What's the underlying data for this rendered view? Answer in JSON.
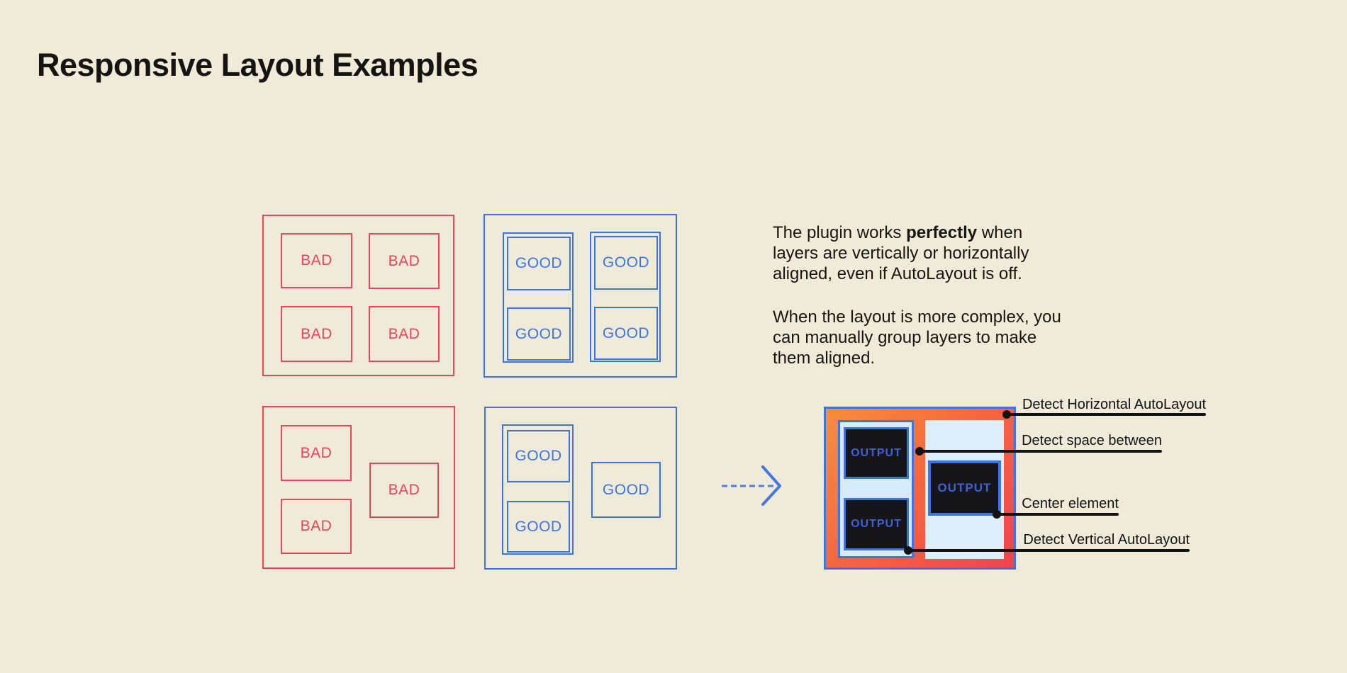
{
  "page": {
    "title": "Responsive Layout Examples"
  },
  "labels": {
    "bad": "BAD",
    "good": "GOOD",
    "output": "OUTPUT"
  },
  "description": {
    "p1_line1_pre": "The plugin works ",
    "p1_line1_bold": "perfectly",
    "p1_line1_post": " when",
    "p1_line2": "layers are vertically or horizontally",
    "p1_line3": "aligned, even if AutoLayout is off.",
    "p2_line1": "When the layout is more complex, you",
    "p2_line2": "can manually group layers to make",
    "p2_line3": "them aligned."
  },
  "annotations": [
    {
      "label": "Detect Horizontal AutoLayout"
    },
    {
      "label": "Detect space between"
    },
    {
      "label": "Center element"
    },
    {
      "label": "Detect Vertical AutoLayout"
    }
  ],
  "icons": {
    "arrow_right": "dashed-arrow-right-icon"
  },
  "colors": {
    "background": "#f0ead9",
    "bad_red": "#f0425a",
    "good_blue": "#3b74e8",
    "output_gradient_start": "#f78e3d",
    "output_gradient_end": "#f4414f",
    "output_panel_blue": "#d9ecfb",
    "output_dark": "#15151a",
    "output_text_blue": "#3e62d4",
    "annotation_black": "#121212"
  }
}
